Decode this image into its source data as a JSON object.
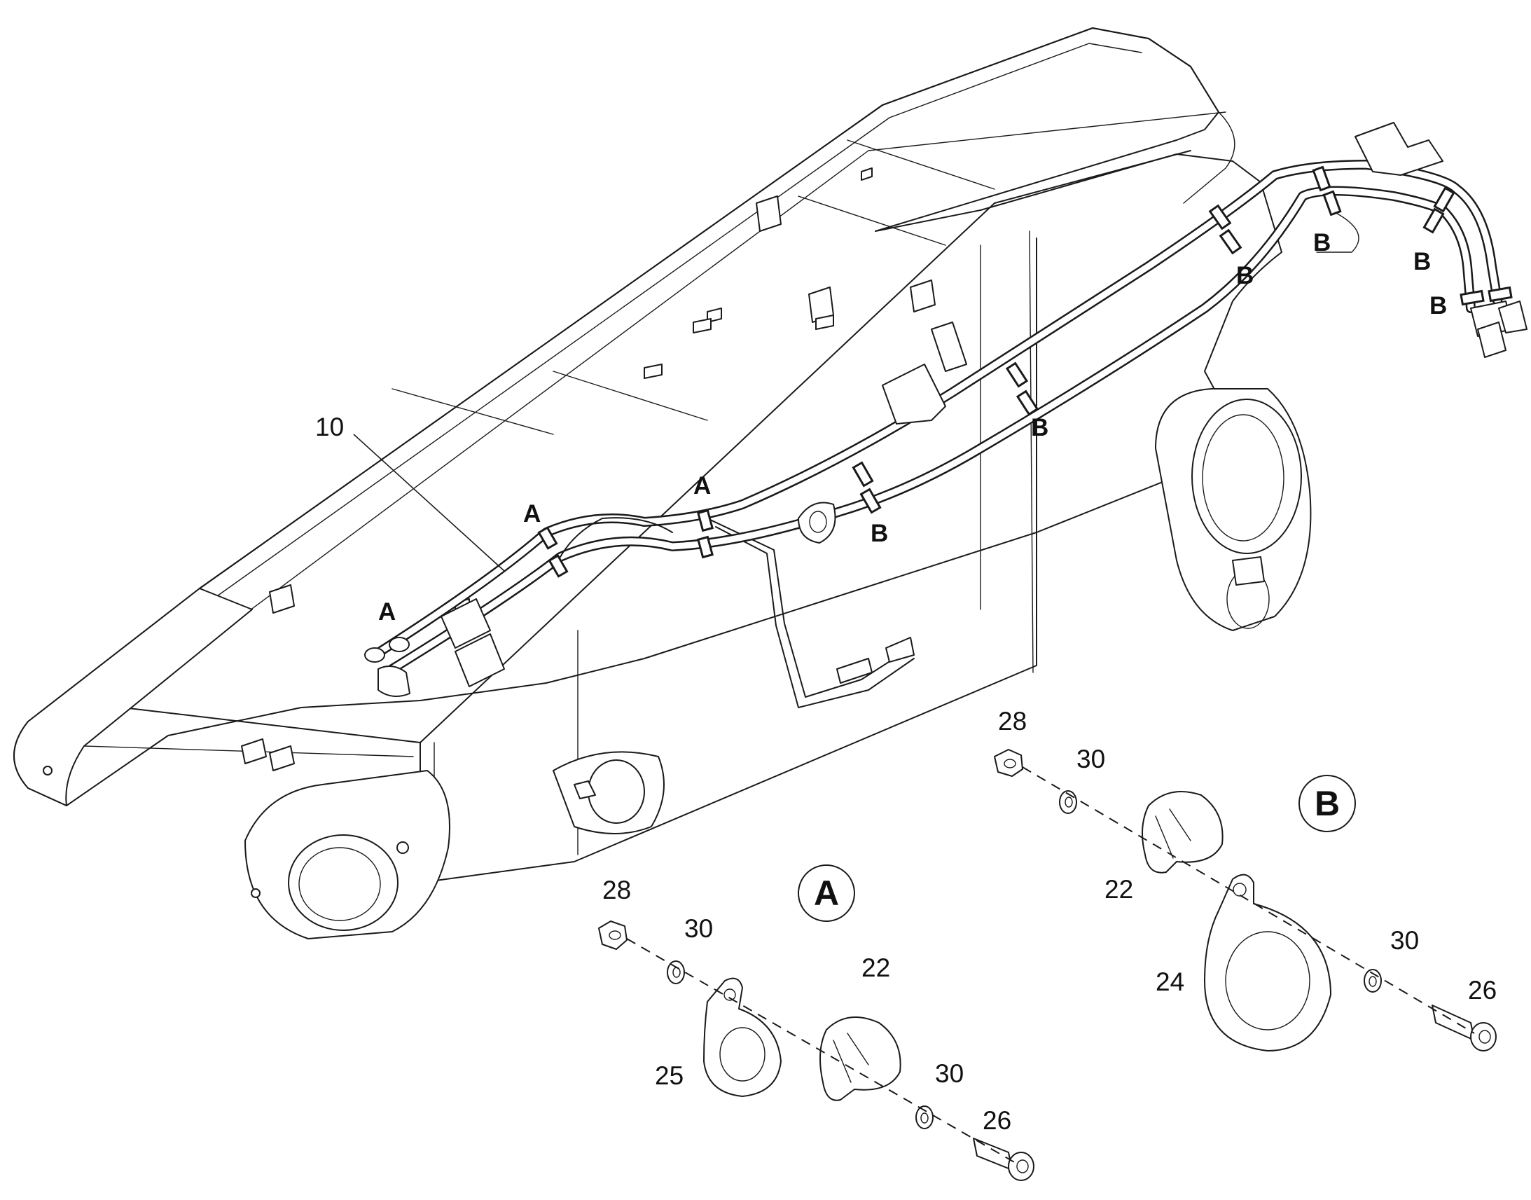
{
  "callouts": {
    "hose_assembly": "10",
    "detail_a_nut": "28",
    "detail_a_washer_1": "30",
    "detail_a_clamp": "25",
    "detail_a_insert": "22",
    "detail_a_washer_2": "30",
    "detail_a_screw": "26",
    "detail_b_nut": "28",
    "detail_b_washer_1": "30",
    "detail_b_insert": "22",
    "detail_b_clamp": "24",
    "detail_b_washer_2": "30",
    "detail_b_screw": "26"
  },
  "clamp_markers": {
    "a_1": "A",
    "a_2": "A",
    "a_3": "A",
    "b_1": "B",
    "b_2": "B",
    "b_3": "B",
    "b_4": "B",
    "b_5": "B",
    "b_6": "B"
  },
  "detail_labels": {
    "a": "A",
    "b": "B"
  }
}
